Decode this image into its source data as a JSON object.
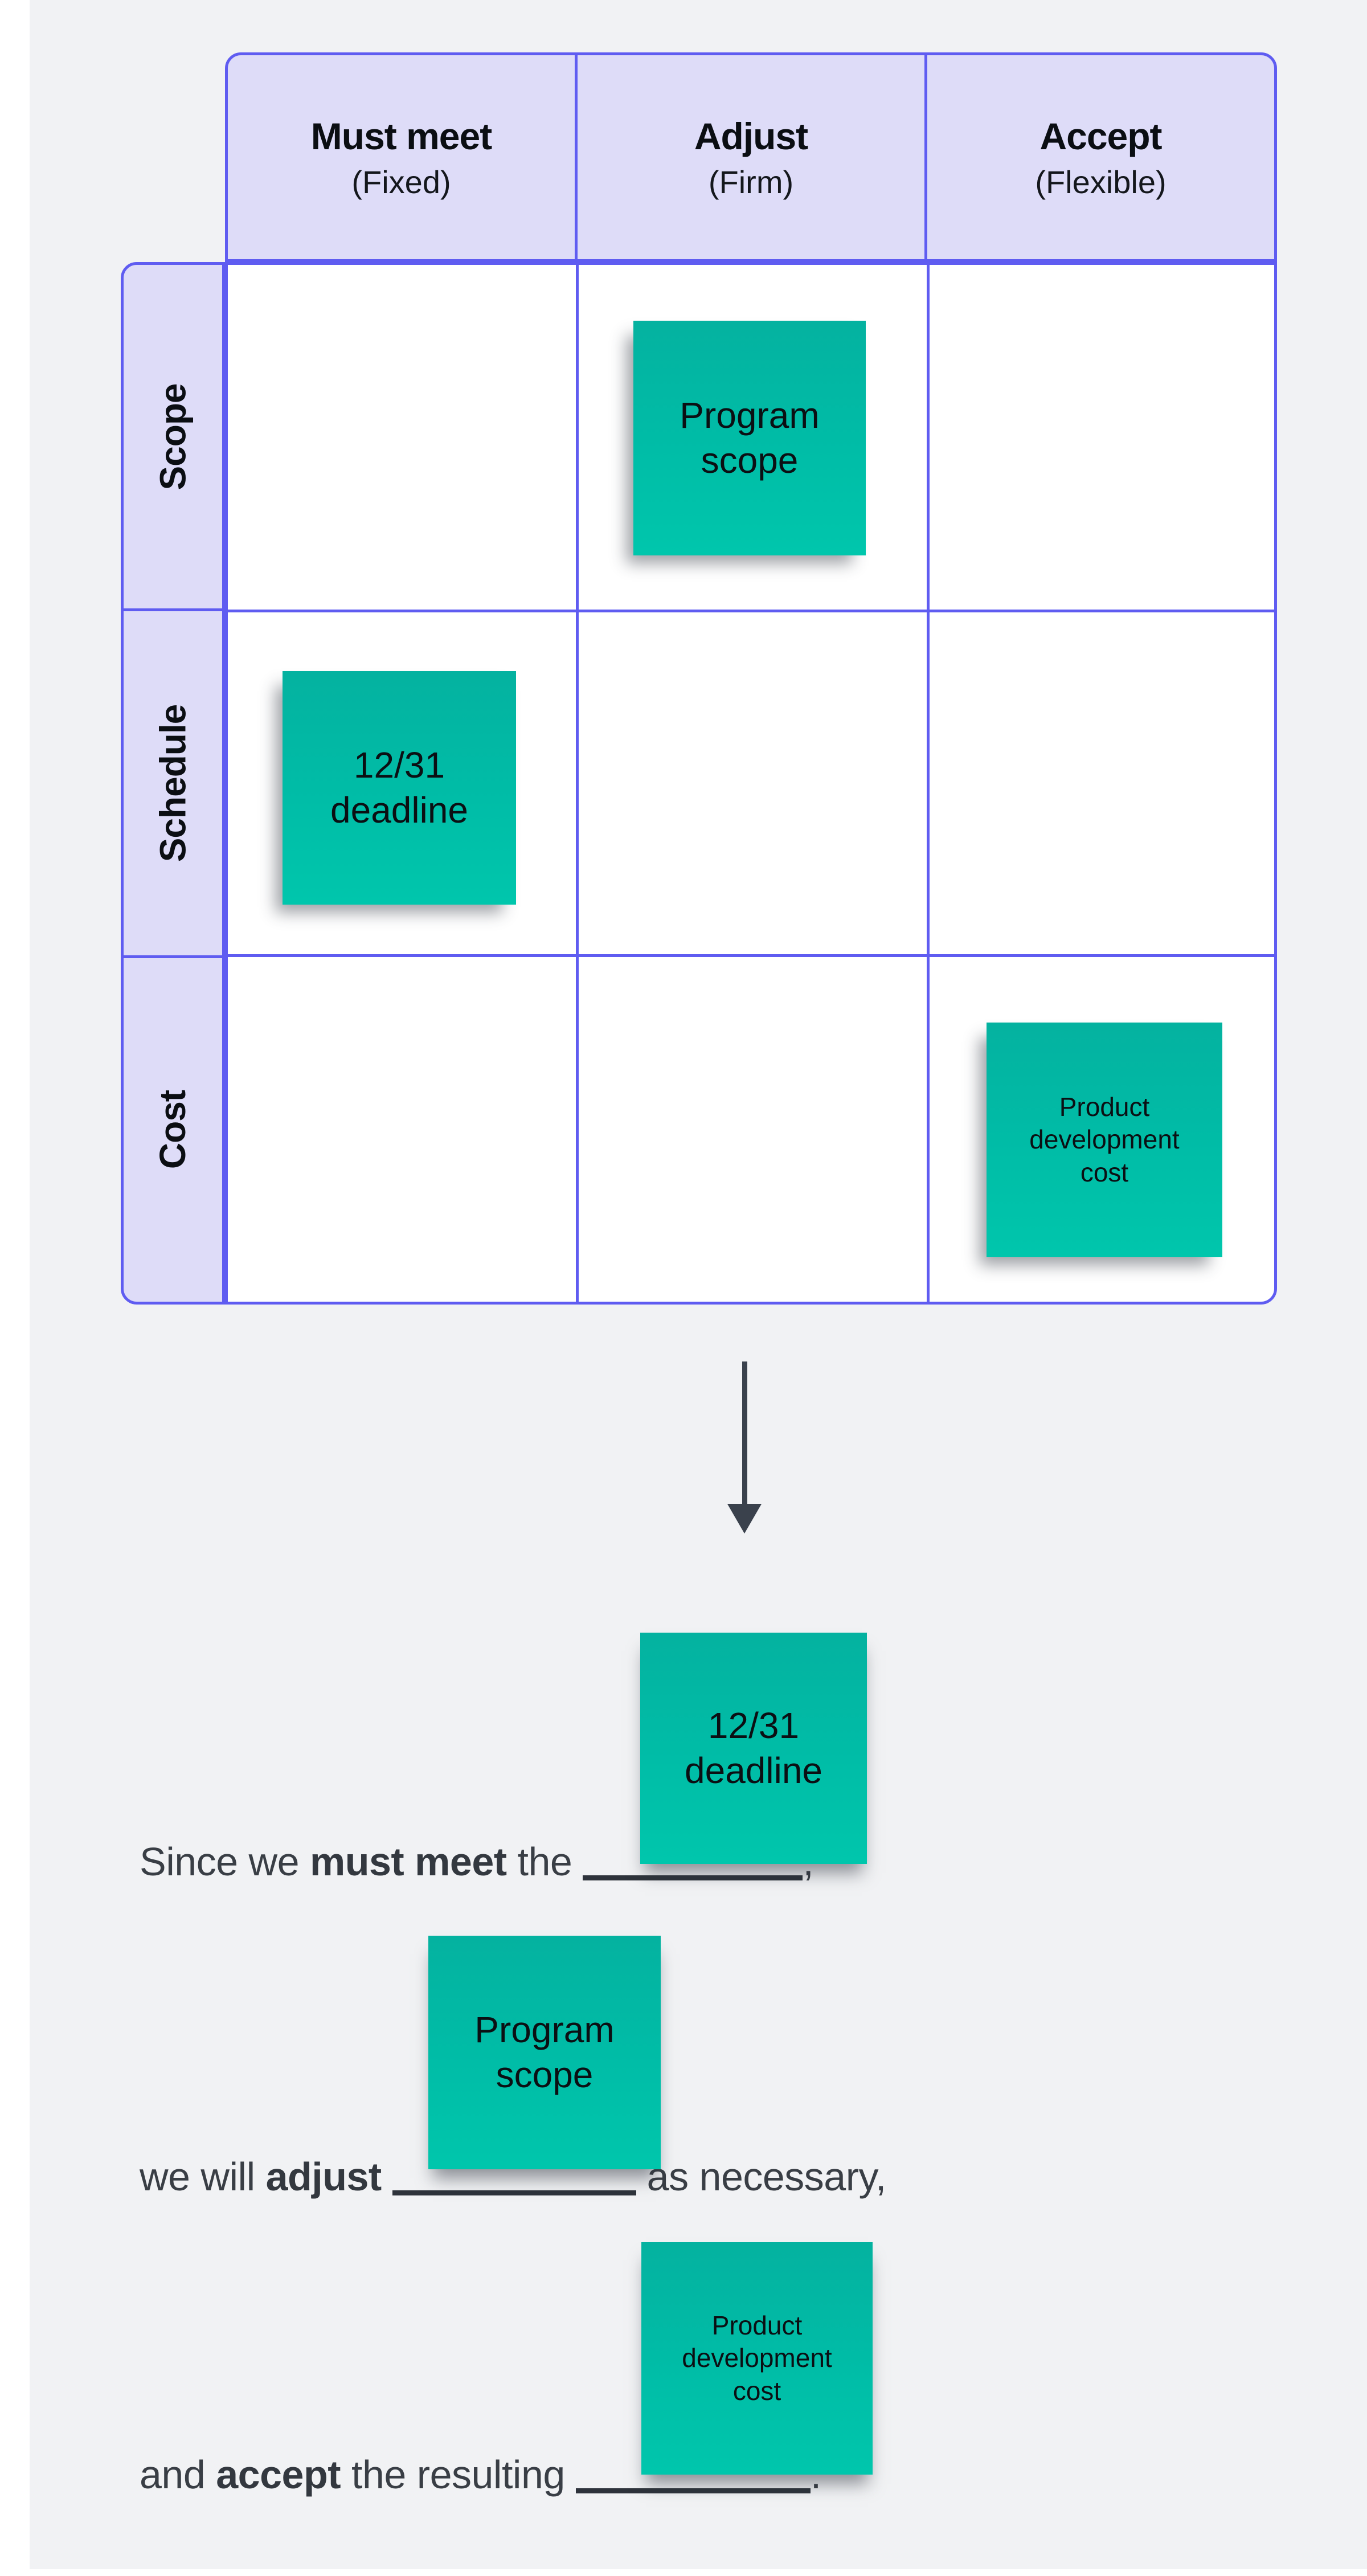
{
  "colors": {
    "background": "#f1f2f4",
    "matrix_border": "#5f5cf1",
    "matrix_header_fill": "#dedcf8",
    "sticky_teal": "#00bda7",
    "sentence_text": "#393e45",
    "arrow": "#3a414c"
  },
  "matrix": {
    "columns": [
      {
        "label": "Must meet",
        "sub": "(Fixed)"
      },
      {
        "label": "Adjust",
        "sub": "(Firm)"
      },
      {
        "label": "Accept",
        "sub": "(Flexible)"
      }
    ],
    "rows": [
      {
        "label": "Scope"
      },
      {
        "label": "Schedule"
      },
      {
        "label": "Cost"
      }
    ],
    "notes": [
      {
        "text": "Program scope",
        "row": "Scope",
        "column": "Adjust"
      },
      {
        "text": "12/31 deadline",
        "row": "Schedule",
        "column": "Must meet"
      },
      {
        "text": "Product development cost",
        "row": "Cost",
        "column": "Accept"
      }
    ]
  },
  "arrow": {
    "icon": "down-arrow"
  },
  "sentences": [
    {
      "prefix": "Since we ",
      "bold": "must meet",
      "middle": " the ",
      "suffix": ",",
      "note_text": "12/31 deadline"
    },
    {
      "prefix": "we will ",
      "bold": "adjust",
      "middle": " ",
      "suffix": " as necessary,",
      "note_text": "Program scope"
    },
    {
      "prefix": "and ",
      "bold": "accept",
      "middle": " the resulting ",
      "suffix": ".",
      "note_text": "Product development cost"
    }
  ]
}
